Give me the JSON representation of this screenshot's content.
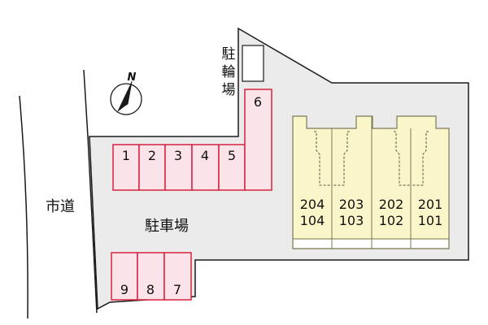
{
  "site_plan": {
    "road_label": "市道",
    "parking_label": "駐車場",
    "bicycle_parking_label": [
      "駐",
      "輪",
      "場"
    ],
    "compass": {
      "north_label": "N",
      "icon": "north-arrow-icon"
    },
    "parking_spaces": [
      "1",
      "2",
      "3",
      "4",
      "5",
      "6",
      "7",
      "8",
      "9"
    ],
    "units": [
      {
        "upper": "204",
        "lower": "104"
      },
      {
        "upper": "203",
        "lower": "103"
      },
      {
        "upper": "202",
        "lower": "102"
      },
      {
        "upper": "201",
        "lower": "101"
      }
    ],
    "colors": {
      "lot_fill": "#ebebeb",
      "lot_outline": "#1a1a1a",
      "parking_fill": "#fbe3ea",
      "parking_outline": "#d8233f",
      "building_fill": "#fbf6c9",
      "building_outline": "#7a7a5a"
    }
  }
}
